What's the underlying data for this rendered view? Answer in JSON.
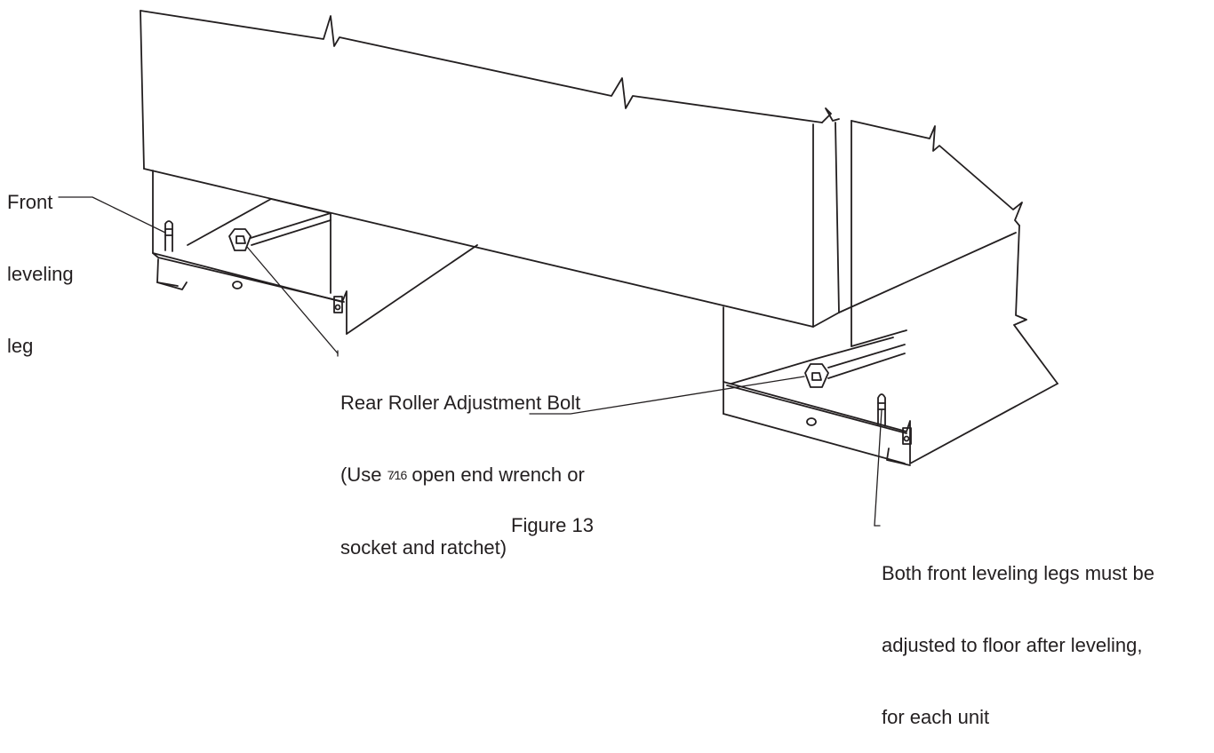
{
  "labels": {
    "front_leg_line1": "Front",
    "front_leg_line2": "leveling",
    "front_leg_line3": "leg",
    "bolt_line1": "Rear Roller Adjustment Bolt",
    "bolt_line2_pre": "(Use ",
    "bolt_fraction": "7⁄16",
    "bolt_line2_post": " open end wrench or",
    "bolt_line3": "socket and ratchet)",
    "both_legs_line1": "Both front leveling legs must be",
    "both_legs_line2": "adjusted to floor after leveling,",
    "both_legs_line3": "for each unit",
    "figure_caption": "Figure 13"
  },
  "colors": {
    "line": "#231f20",
    "background": "#ffffff"
  }
}
